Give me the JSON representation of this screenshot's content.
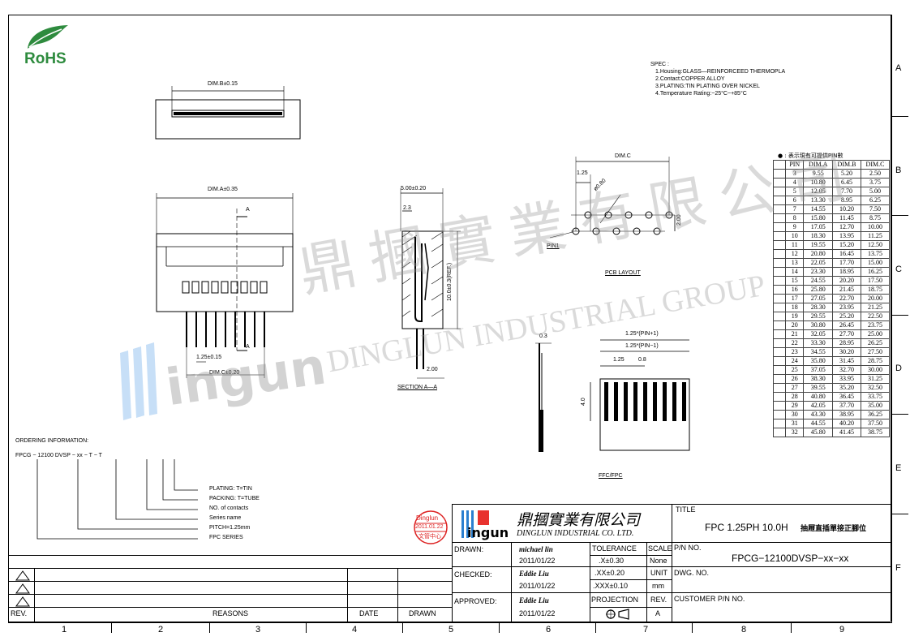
{
  "rohs": {
    "label": "RoHS"
  },
  "zone_letters": [
    "A",
    "B",
    "C",
    "D",
    "E",
    "F"
  ],
  "zone_numbers": [
    "1",
    "2",
    "3",
    "4",
    "5",
    "6",
    "7",
    "8",
    "9"
  ],
  "spec": {
    "heading": "SPEC :",
    "lines": [
      "1.Housing:GLASS—REINFORCEED THERMOPLA",
      "2.Contact:COPPER ALLOY",
      "3.PLATING:TIN PLATING OVER NICKEL",
      "4.Temperature Rating:−25°C~+85°C"
    ]
  },
  "dims": {
    "dim_b": "DIM.B±0.15",
    "dim_a": "DIM.A±0.35",
    "a_mark": "A",
    "pitch": "1.25±0.15",
    "dim_c": "DIM.C±0.20",
    "w500": "5.00±0.20",
    "w23": "2.3",
    "h100": "10.0±0.3(REF.)",
    "h200": "2.00",
    "section": "SECTION A—A",
    "pcb_dimc": "DIM.C",
    "pcb_125": "1.25",
    "pcb_hole": "ø0.80",
    "pcb_200": "2.00",
    "pin1": "PIN1",
    "pcb_title": "PCB LAYOUT",
    "ffc_03": "0.3",
    "ffc_p1": "1.25*(PIN+1)",
    "ffc_m1": "1.25*(PIN−1)",
    "ffc_125": "1.25",
    "ffc_08": "0.8",
    "ffc_40": "4.0",
    "ffc_title": "FFC/FPC"
  },
  "ordering": {
    "title": "ORDERING INFORMATION:",
    "code": "FPCG − 12100 DVSP − xx − T − T",
    "items": [
      "PLATING: T=TIN",
      "PACKING: T=TUBE",
      "NO. of contacts",
      "Series name",
      "PITCH=1.25mm",
      "FPC SERIES"
    ]
  },
  "pin_table": {
    "note": "● : 表示現有可提供PIN數",
    "headers": [
      "PIN",
      "DIM.A",
      "DIM.B",
      "DIM.C"
    ],
    "rows": [
      [
        "3",
        "9.55",
        "5.20",
        "2.50"
      ],
      [
        "4",
        "10.80",
        "6.45",
        "3.75"
      ],
      [
        "5",
        "12.05",
        "7.70",
        "5.00"
      ],
      [
        "6",
        "13.30",
        "8.95",
        "6.25"
      ],
      [
        "7",
        "14.55",
        "10.20",
        "7.50"
      ],
      [
        "8",
        "15.80",
        "11.45",
        "8.75"
      ],
      [
        "9",
        "17.05",
        "12.70",
        "10.00"
      ],
      [
        "10",
        "18.30",
        "13.95",
        "11.25"
      ],
      [
        "11",
        "19.55",
        "15.20",
        "12.50"
      ],
      [
        "12",
        "20.80",
        "16.45",
        "13.75"
      ],
      [
        "13",
        "22.05",
        "17.70",
        "15.00"
      ],
      [
        "14",
        "23.30",
        "18.95",
        "16.25"
      ],
      [
        "15",
        "24.55",
        "20.20",
        "17.50"
      ],
      [
        "16",
        "25.80",
        "21.45",
        "18.75"
      ],
      [
        "17",
        "27.05",
        "22.70",
        "20.00"
      ],
      [
        "18",
        "28.30",
        "23.95",
        "21.25"
      ],
      [
        "19",
        "29.55",
        "25.20",
        "22.50"
      ],
      [
        "20",
        "30.80",
        "26.45",
        "23.75"
      ],
      [
        "21",
        "32.05",
        "27.70",
        "25.00"
      ],
      [
        "22",
        "33.30",
        "28.95",
        "26.25"
      ],
      [
        "23",
        "34.55",
        "30.20",
        "27.50"
      ],
      [
        "24",
        "35.80",
        "31.45",
        "28.75"
      ],
      [
        "25",
        "37.05",
        "32.70",
        "30.00"
      ],
      [
        "26",
        "38.30",
        "33.95",
        "31.25"
      ],
      [
        "27",
        "39.55",
        "35.20",
        "32.50"
      ],
      [
        "28",
        "40.80",
        "36.45",
        "33.75"
      ],
      [
        "29",
        "42.05",
        "37.70",
        "35.00"
      ],
      [
        "30",
        "43.30",
        "38.95",
        "36.25"
      ],
      [
        "31",
        "44.55",
        "40.20",
        "37.50"
      ],
      [
        "32",
        "45.80",
        "41.45",
        "38.75"
      ]
    ]
  },
  "watermark": {
    "cn": "鼎 摑 實 業 有 限 公 司",
    "en": "DINGLUN INDUSTRIAL GROUP",
    "logo": "ingun"
  },
  "stamp": {
    "name": "Dinglun",
    "date": "2011.01.22",
    "dept": "文管中心"
  },
  "company": {
    "cn": "鼎摑實業有限公司",
    "en": "DINGLUN INDUSTRIAL CO. LTD.",
    "logo": "ingun"
  },
  "title_block": {
    "title_label": "TITLE",
    "title": "FPC 1.25PH 10.0H",
    "title_cn": "抽屜直插單接正腳位",
    "pn_label": "P/N NO.",
    "pn": "FPCG−12100DVSP−xx−xx",
    "dwg_label": "DWG. NO.",
    "cust_label": "CUSTOMER P/N NO.",
    "drawn_label": "DRAWN:",
    "drawn_name": "michael lin",
    "drawn_date": "2011/01/22",
    "checked_label": "CHECKED:",
    "checked_name": "Eddie Liu",
    "checked_date": "2011/01/22",
    "approved_label": "APPROVED:",
    "approved_name": "Eddie Liu",
    "approved_date": "2011/01/22",
    "tol_label": "TOLERANCE",
    "scale_label": "SCALE",
    "tol1": ".X±0.30",
    "scale": "None",
    "tol2": ".XX±0.20",
    "unit_label": "UNIT",
    "tol3": ".XXX±0.10",
    "unit": "mm",
    "proj_label": "PROJECTION",
    "rev_label": "REV.",
    "rev": "A"
  },
  "revision_block": {
    "rev": "REV.",
    "reasons": "REASONS",
    "date": "DATE",
    "drawn": "DRAWN"
  }
}
